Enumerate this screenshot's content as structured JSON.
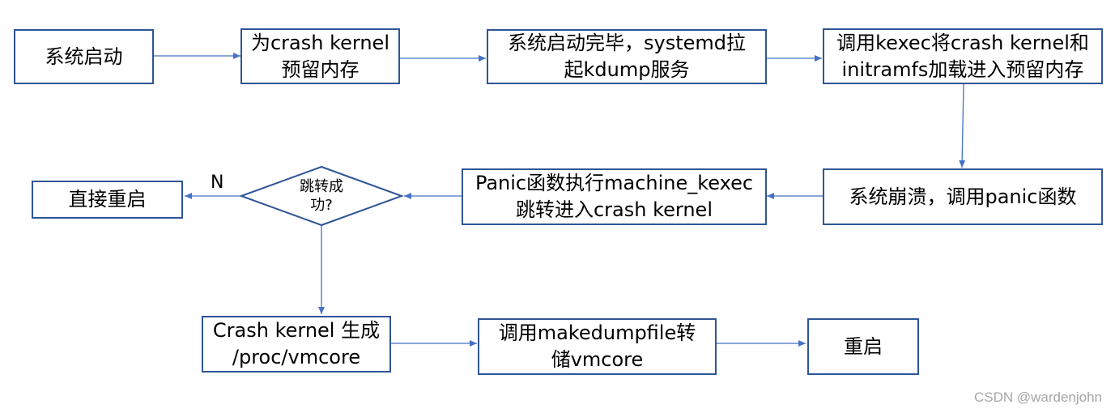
{
  "nodes": {
    "boot": "系统启动",
    "reserve": [
      "为crash kernel",
      "预留内存"
    ],
    "systemd": [
      "系统启动完毕，systemd拉",
      "起kdump服务"
    ],
    "kexec_load": [
      "调用kexec将crash kernel和",
      "initramfs加载进入预留内存"
    ],
    "crash": "系统崩溃，调用panic函数",
    "panic_kexec": [
      "Panic函数执行machine_kexec",
      "跳转进入crash kernel"
    ],
    "decision": [
      "跳转成",
      "功?"
    ],
    "reboot_direct": "直接重启",
    "vmcore": [
      "Crash kernel 生成",
      "/proc/vmcore"
    ],
    "makedumpfile": [
      "调用makedumpfile转",
      "储vmcore"
    ],
    "reboot": "重启"
  },
  "edge_labels": {
    "no": "N"
  },
  "watermark": "CSDN @wardenjohn",
  "colors": {
    "stroke": "#2f5597",
    "arrow": "#4472c4",
    "text": "#000000"
  }
}
